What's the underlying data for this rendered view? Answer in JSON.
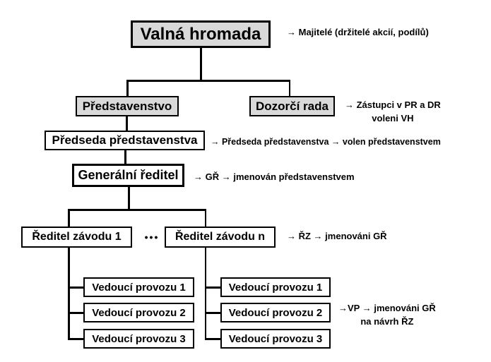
{
  "diagram": {
    "boxes": {
      "valna_hromada": "Valná hromada",
      "predstavenstvo": "Představenstvo",
      "dozorci_rada": "Dozorčí rada",
      "predseda_predstavenstva": "Předseda představenstva",
      "generalni_reditel": "Generální ředitel",
      "reditel_zavodu_1": "Ředitel závodu 1",
      "reditel_zavodu_n": "Ředitel závodu n",
      "dots": "•••",
      "vedouci_provozu_left": [
        "Vedoucí provozu 1",
        "Vedoucí provozu 2",
        "Vedoucí provozu 3"
      ],
      "vedouci_provozu_right": [
        "Vedoucí provozu 1",
        "Vedoucí provozu 2",
        "Vedoucí provozu 3"
      ]
    },
    "annotations": {
      "majitele": {
        "line1": "→  Majitelé (držitelé akcií, podílů)"
      },
      "zastupci": {
        "line1": "→  Zástupci v PR a DR",
        "line2": "voleni VH"
      },
      "predseda": {
        "line1": "→  Předseda představenstva → volen  představenstvem"
      },
      "gr": {
        "line1": "→  GŘ → jmenován představenstvem"
      },
      "rz": {
        "line1": "→ ŘZ → jmenováni GŘ"
      },
      "vp": {
        "line1": "→VP → jmenováni GŘ",
        "line2": "na návrh ŘZ"
      }
    },
    "colors": {
      "box_fill_gray": "#d9d9d9",
      "box_fill_white": "#ffffff",
      "border": "#000000",
      "text": "#000000",
      "background": "#ffffff"
    }
  }
}
